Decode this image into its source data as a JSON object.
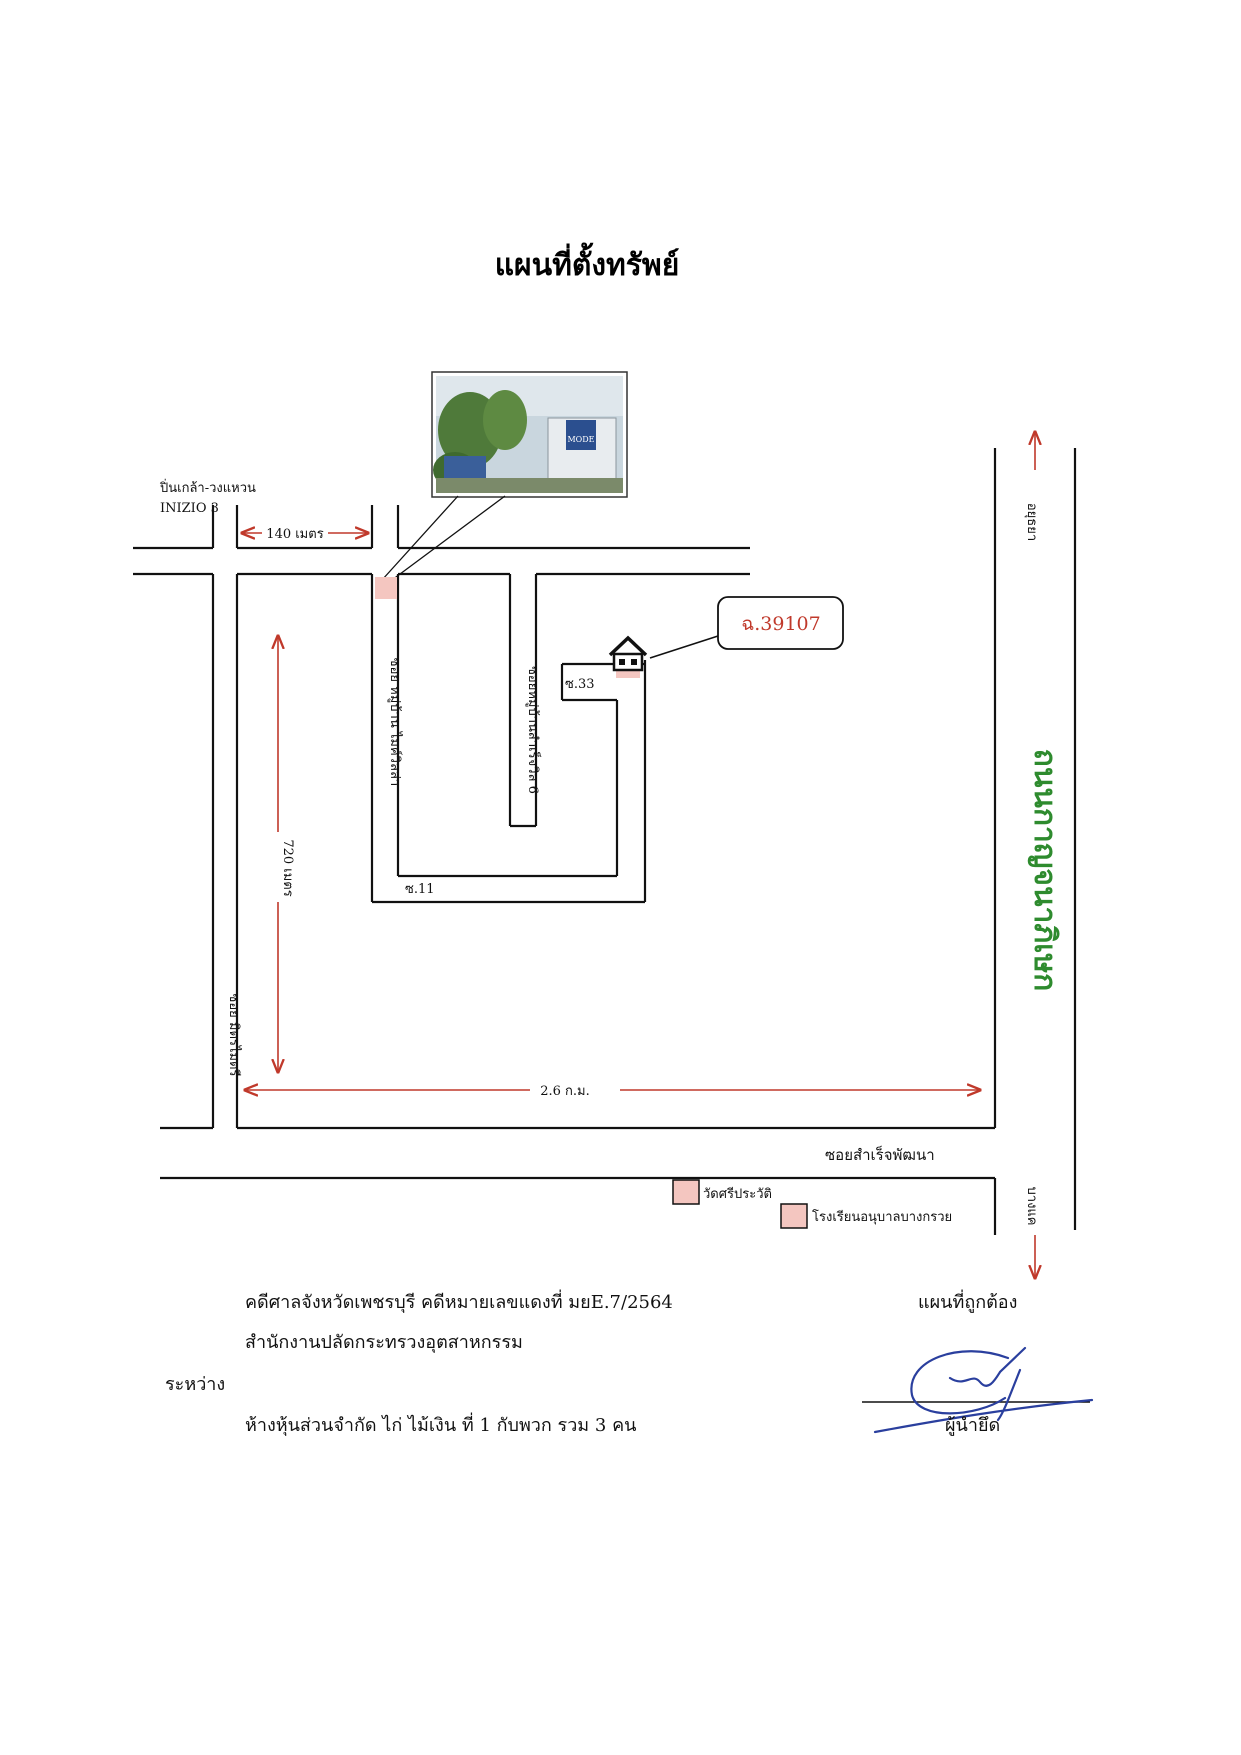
{
  "title": "แผนที่ตั้งทรัพย์",
  "map": {
    "photo_label": "MODE",
    "place_pinklao": "ปิ่นเกล้า-วงแหวน",
    "place_inizio": "INIZIO 3",
    "dist_top": "140 เมตร",
    "dist_left": "720 เมตร",
    "dist_bottom": "2.6 ก.ม.",
    "soi_village_villa": "ซอย หมู่บ้าน ไมค์วิลล่า",
    "soi_village_samret": "ซอยหมู่บ้านสำเร็จวิล 6",
    "soi_33": "ซ.33",
    "soi_11": "ซ.11",
    "soi_mitmaitri": "ซอย มิตรไมตรี",
    "soi_samret_phatthana": "ซอยสำเร็จพัฒนา",
    "main_road": "ถนนกาญจนาภิเษก",
    "dir_ayutthaya": "อยุธยา",
    "dir_bangkhae": "บางแค",
    "deed_number": "ฉ.39107",
    "landmark_wat": "วัดศรีประวัติ",
    "landmark_school": "โรงเรียนอนุบาลบางกรวย",
    "road_green": "#2e8b2e",
    "dim_red": "#c0392b",
    "deed_red": "#c0392b"
  },
  "footer": {
    "case_line": "คดีศาลจังหวัดเพชรบุรี คดีหมายเลขแดงที่ มยE.7/2564",
    "plaintiff": "สำนักงานปลัดกระทรวงอุตสาหกรรม",
    "between": "ระหว่าง",
    "defendant": "ห้างหุ้นส่วนจำกัด ไก่ ไม้เงิน  ที่ 1 กับพวก รวม 3 คน",
    "verified": "แผนที่ถูกต้อง",
    "signer": "ผู้นำยึด"
  }
}
